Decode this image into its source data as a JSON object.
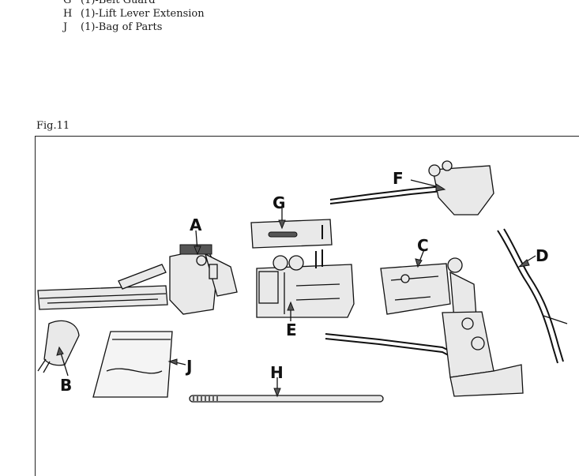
{
  "parts_list": [
    {
      "letter": "G",
      "text": "(1)-Belt Guard"
    },
    {
      "letter": "H",
      "text": "(1)-Lift Lever Extension"
    },
    {
      "letter": "J",
      "text": "(1)-Bag of Parts"
    }
  ],
  "figure": {
    "label": "Fig.11",
    "callouts": {
      "A": "A",
      "B": "B",
      "C": "C",
      "D": "D",
      "E": "E",
      "F": "F",
      "G": "G",
      "H": "H",
      "J": "J"
    }
  }
}
